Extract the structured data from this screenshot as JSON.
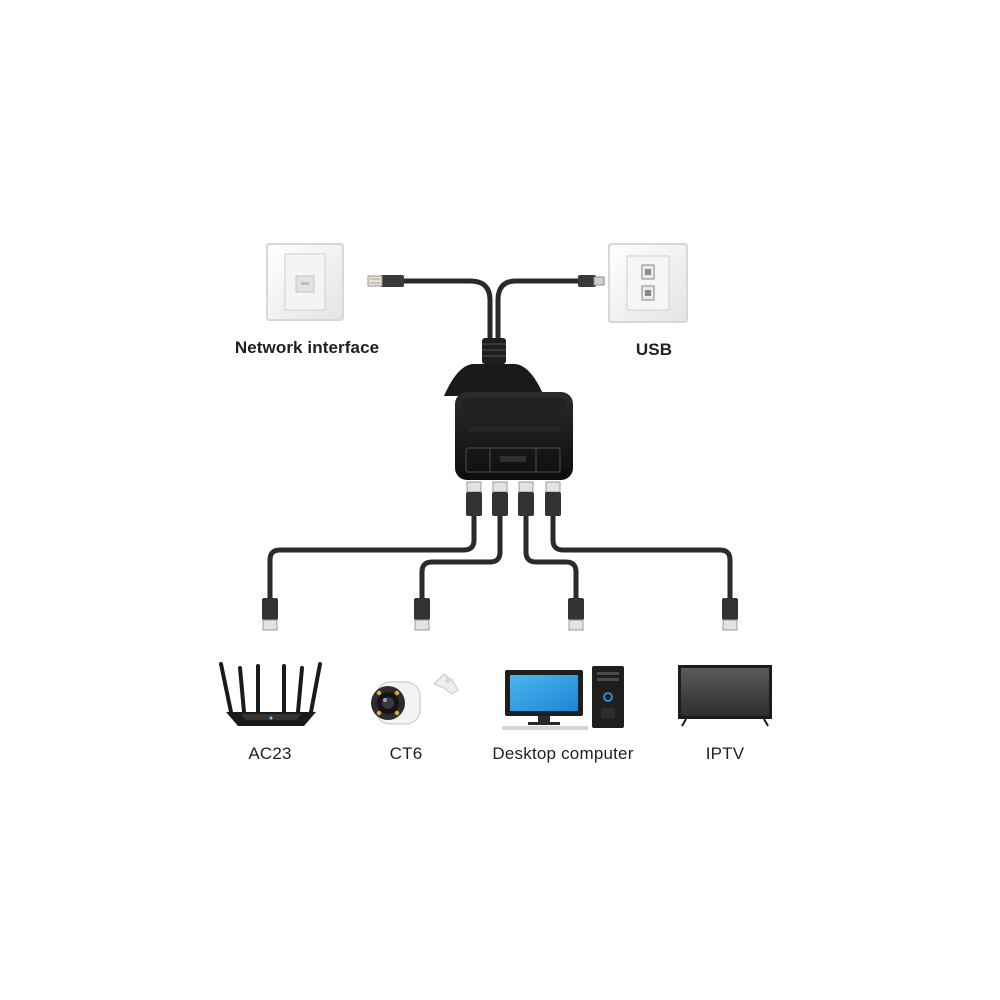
{
  "inputs": {
    "network": {
      "label": "Network interface",
      "icon": "ethernet-wall-socket-icon"
    },
    "usb": {
      "label": "USB",
      "icon": "usb-wall-socket-icon"
    }
  },
  "splitter": {
    "icon": "ethernet-splitter-hub-icon"
  },
  "devices": [
    {
      "label": "AC23",
      "icon": "wifi-router-icon"
    },
    {
      "label": "CT6",
      "icon": "security-camera-icon"
    },
    {
      "label": "Desktop computer",
      "icon": "desktop-computer-icon"
    },
    {
      "label": "IPTV",
      "icon": "tv-icon"
    }
  ],
  "colors": {
    "cable": "#2a2a2a",
    "hub": "#141414",
    "socket_face": "#f2f2f2"
  }
}
